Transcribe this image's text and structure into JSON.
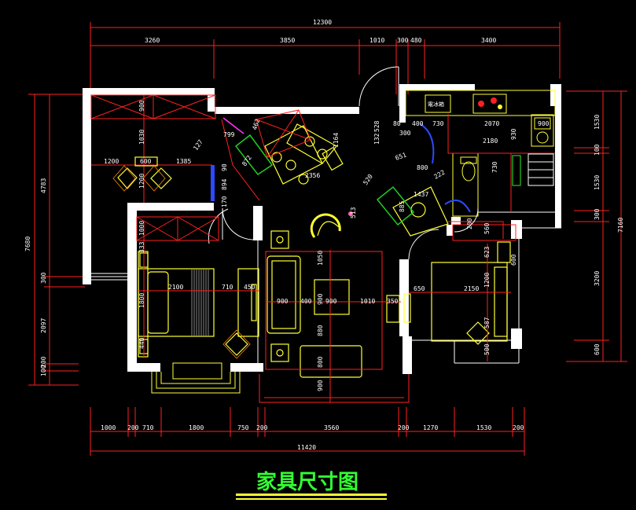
{
  "title": "家具尺寸图",
  "labels": {
    "fridge": "電冰箱"
  },
  "colors": {
    "background": "#000000",
    "dimension": "#ff2020",
    "wall": "#ffffff",
    "furniture": "#ffff33",
    "title": "#33ff33",
    "accent_green": "#22cc22",
    "accent_blue": "#2a4bff",
    "accent_cyan": "#00ffff",
    "accent_magenta": "#ff33ff"
  },
  "dims": {
    "top_total": "12300",
    "top": [
      "3260",
      "3850",
      "1010",
      "300",
      "480",
      "3400"
    ],
    "bottom": [
      "1000",
      "200",
      "710",
      "1800",
      "750",
      "200",
      "3560",
      "200",
      "1270",
      "1530",
      "200"
    ],
    "bottom_total": "11420",
    "left_total": "7680",
    "left": [
      "4783",
      "300",
      "2097",
      "100",
      "200"
    ],
    "right_total": "7160",
    "right": [
      "1530",
      "100",
      "1530",
      "300",
      "3200",
      "600"
    ],
    "inner": [
      "900",
      "1030",
      "1200",
      "600",
      "1385",
      "1200",
      "799",
      "462",
      "127",
      "872",
      "90",
      "894",
      "170",
      "2356",
      "1164",
      "132",
      "528",
      "80",
      "400",
      "730",
      "2070",
      "900",
      "930",
      "2180",
      "300",
      "651",
      "800",
      "222",
      "520",
      "1437",
      "513",
      "885",
      "730",
      "1000",
      "333",
      "2100",
      "710",
      "450",
      "1800",
      "440",
      "1050",
      "900",
      "400",
      "900",
      "900",
      "1010",
      "350",
      "880",
      "800",
      "900",
      "650",
      "2150",
      "623",
      "1200",
      "587",
      "500",
      "200",
      "560",
      "600"
    ]
  }
}
